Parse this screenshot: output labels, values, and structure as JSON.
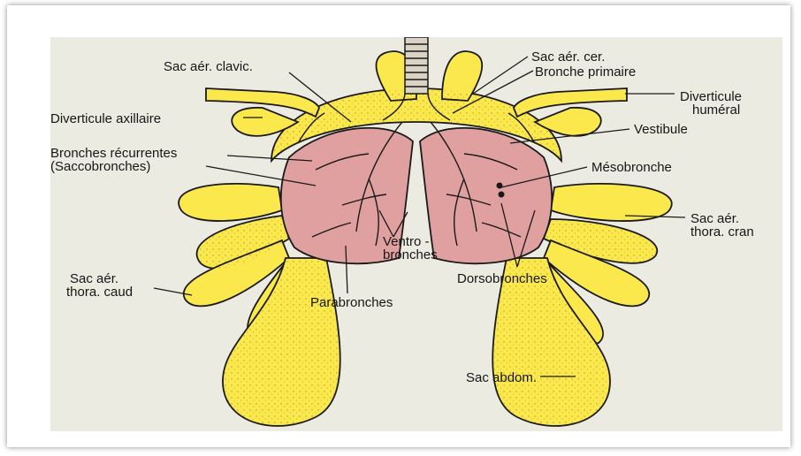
{
  "colors": {
    "background": "#ecebe2",
    "air_sac_yellow": "#fbe84d",
    "lung_pink": "#e0a0a0",
    "outline": "#1a1a1a"
  },
  "labels": {
    "sac_aer_clavic": "Sac aér. clavic.",
    "sac_aer_cer": "Sac aér. cer.",
    "bronche_primaire": "Bronche primaire",
    "diverticule_humeral_1": "Diverticule",
    "diverticule_humeral_2": "huméral",
    "diverticule_axillaire": "Diverticule axillaire",
    "vestibule": "Vestibule",
    "bronches_recurrentes_1": "Bronches récurrentes",
    "bronches_recurrentes_2": "(Saccobronches)",
    "mesobronche": "Mésobronche",
    "sac_aer_thora_cran_1": "Sac aér.",
    "sac_aer_thora_cran_2": "thora. cran",
    "ventrobronches_1": "Ventro -",
    "ventrobronches_2": "bronches",
    "dorsobronches": "Dorsobronches",
    "sac_aer_thora_caud_1": "Sac aér.",
    "sac_aer_thora_caud_2": "thora. caud",
    "parabronches": "Parabronches",
    "sac_abdom": "Sac abdom."
  }
}
